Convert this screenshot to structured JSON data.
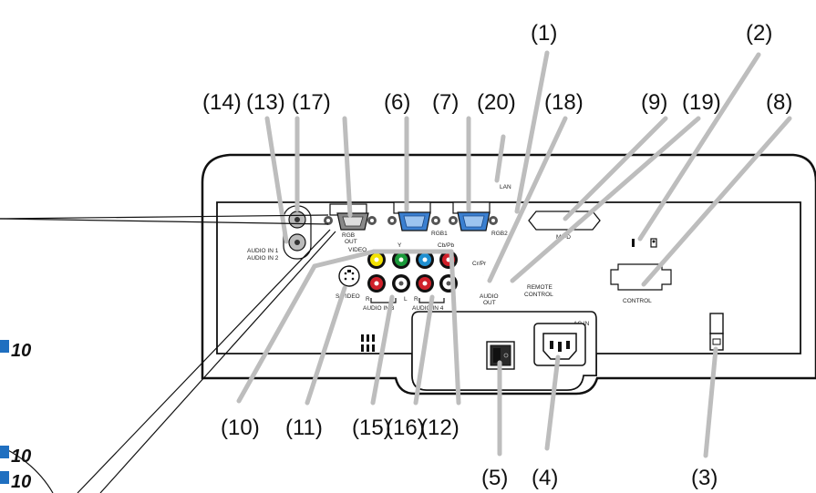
{
  "callouts": {
    "c1": "(1)",
    "c2": "(2)",
    "c3": "(3)",
    "c4": "(4)",
    "c5": "(5)",
    "c6": "(6)",
    "c7": "(7)",
    "c8": "(8)",
    "c9": "(9)",
    "c10": "(10)",
    "c11": "(11)",
    "c12": "(12)",
    "c13": "(13)",
    "c14": "(14)",
    "c15": "(15)",
    "c16": "(16)",
    "c17": "(17)",
    "c18": "(18)",
    "c19": "(19)",
    "c20": "(20)"
  },
  "panel_labels": {
    "lan": "LAN",
    "rgb_out": "RGB",
    "rgb_out_2": "OUT",
    "rgb1": "RGB1",
    "rgb2": "RGB2",
    "m1d": "M1-D",
    "audio_in_1": "AUDIO IN 1",
    "audio_in_2": "AUDIO IN 2",
    "video": "VIDEO",
    "y": "Y",
    "cb_pb": "Cb/Pb",
    "cr_pr": "Cr/Pr",
    "s_video": "S-VIDEO",
    "audio_in_3": "AUDIO IN 3",
    "audio_in_4": "AUDIO IN 4",
    "r_3": "R",
    "l_3": "L",
    "r_4": "R",
    "l_4": "L",
    "audio_out": "AUDIO",
    "audio_out_2": "OUT",
    "remote_control": "REMOTE",
    "remote_control_2": "CONTROL",
    "control": "CONTROL",
    "ac_in": "AC IN"
  },
  "side_refs": {
    "ref_a": "10",
    "ref_b": "10",
    "ref_c": "10"
  },
  "colors": {
    "yellow_jack": "#f2e200",
    "green_jack": "#1a9a3a",
    "blue_jack": "#1f8fd0",
    "red_jack": "#d0202a",
    "white_jack": "#ffffff",
    "vga_blue": "#3a7fd0",
    "leader_gray": "#bdbdbd"
  }
}
